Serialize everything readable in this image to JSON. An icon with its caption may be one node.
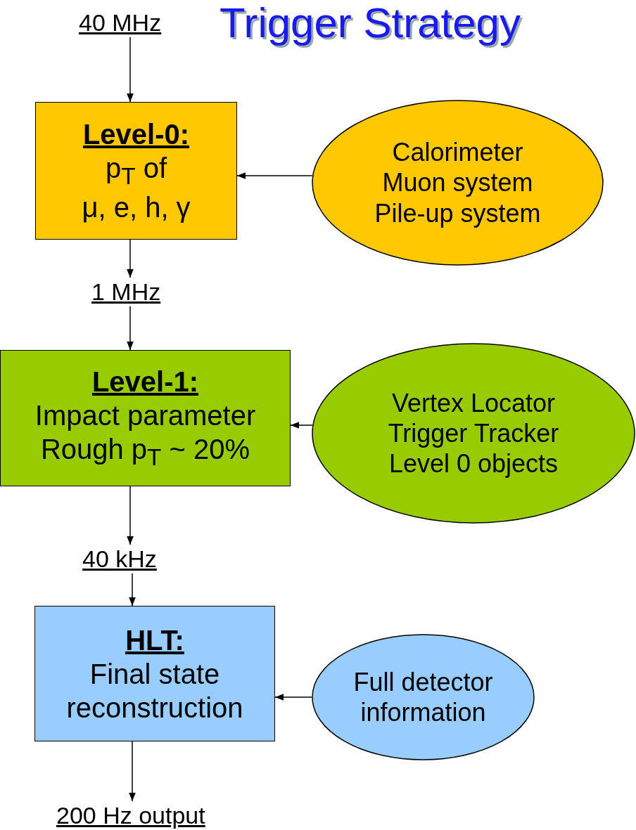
{
  "diagram": {
    "title": "Trigger Strategy",
    "nodes": [
      {
        "text": [
          "40 MHz"
        ]
      },
      {
        "text": [
          "Level-0:",
          "p$_{T}$ of",
          "μ, e, h, γ"
        ]
      },
      {
        "text": [
          "Calorimeter",
          "Muon system",
          "Pile-up system"
        ]
      },
      {
        "text": [
          "1 MHz"
        ]
      },
      {
        "text": [
          "Level-1:",
          "Impact parameter",
          "Rough p$_{T}$ ~ 20%"
        ]
      },
      {
        "text": [
          "Vertex Locator",
          "Trigger Tracker",
          "Level 0 objects"
        ]
      },
      {
        "text": [
          "40 kHz"
        ]
      },
      {
        "text": [
          "HLT:",
          "Final state reconstruction"
        ]
      },
      {
        "text": [
          "Full detector information"
        ]
      },
      {
        "text": [
          "200 Hz output"
        ]
      }
    ],
    "edges": [
      {
        "from": 0,
        "to": 1,
        "arrow": "to"
      },
      {
        "from": 2,
        "to": 1,
        "arrow": "to"
      },
      {
        "from": 1,
        "to": 3,
        "arrow": "to"
      },
      {
        "from": 3,
        "to": 4,
        "arrow": "to"
      },
      {
        "from": 5,
        "to": 4,
        "arrow": "to"
      },
      {
        "from": 4,
        "to": 6,
        "arrow": "to"
      },
      {
        "from": 6,
        "to": 7,
        "arrow": "to"
      },
      {
        "from": 8,
        "to": 7,
        "arrow": "to"
      },
      {
        "from": 7,
        "to": 9,
        "arrow": "to"
      }
    ]
  }
}
